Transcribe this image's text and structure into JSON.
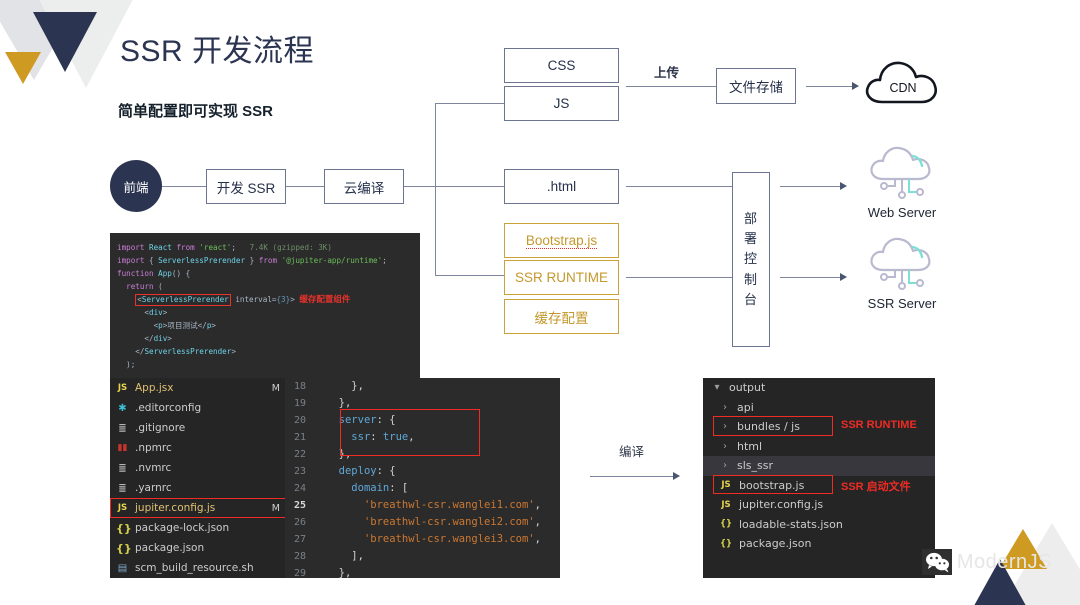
{
  "header": {
    "title": "SSR 开发流程",
    "subtitle": "简单配置即可实现 SSR"
  },
  "flow": {
    "start_node": "前端",
    "steps": [
      {
        "label": "开发 SSR"
      },
      {
        "label": "云编译"
      }
    ],
    "artifacts_blue": [
      {
        "label": "CSS"
      },
      {
        "label": "JS"
      },
      {
        "label": ".html"
      }
    ],
    "artifacts_gold": [
      {
        "label": "Bootstrap.js"
      },
      {
        "label": "SSR RUNTIME"
      },
      {
        "label": "缓存配置"
      }
    ],
    "edge_labels": {
      "upload": "上传",
      "compile": "编译"
    },
    "file_storage": "文件存储",
    "cdn": "CDN",
    "console_box": "部署控制台",
    "servers": [
      {
        "label": "Web Server",
        "icon": "cloud-server-icon"
      },
      {
        "label": "SSR Server",
        "icon": "cloud-server-icon"
      }
    ]
  },
  "code_editor": {
    "top_snippet": {
      "lines": [
        "import React from 'react';   7.4K (gzipped: 3K)",
        "import { ServerlessPrerender } from '@jupiter-app/runtime';",
        "",
        "function App() {",
        "  return (",
        "    <ServerlessPrerender interval={3}>",
        "      <div>",
        "        <p>项目测试</p>",
        "      </div>",
        "    </ServerlessPrerender>",
        "  );"
      ],
      "annotation": "缓存配置组件",
      "highlighted_token": "<ServerlessPrerender"
    },
    "file_tree": [
      {
        "name": "App.jsx",
        "icon": "js-file-icon",
        "status": "M",
        "active": true,
        "highlight": false
      },
      {
        "name": ".editorconfig",
        "icon": "gear-icon",
        "status": "",
        "active": false,
        "highlight": false
      },
      {
        "name": ".gitignore",
        "icon": "lines-file-icon",
        "status": "",
        "active": false,
        "highlight": false
      },
      {
        "name": ".npmrc",
        "icon": "npm-icon",
        "status": "",
        "active": false,
        "highlight": false
      },
      {
        "name": ".nvmrc",
        "icon": "lines-file-icon",
        "status": "",
        "active": false,
        "highlight": false
      },
      {
        "name": ".yarnrc",
        "icon": "lines-file-icon",
        "status": "",
        "active": false,
        "highlight": false
      },
      {
        "name": "jupiter.config.js",
        "icon": "js-file-icon",
        "status": "M",
        "active": true,
        "highlight": true
      },
      {
        "name": "package-lock.json",
        "icon": "json-file-icon",
        "status": "",
        "active": false,
        "highlight": false
      },
      {
        "name": "package.json",
        "icon": "json-file-icon",
        "status": "",
        "active": false,
        "highlight": false
      },
      {
        "name": "scm_build_resource.sh",
        "icon": "sh-file-icon",
        "status": "",
        "active": false,
        "highlight": false
      }
    ],
    "config_lines": [
      {
        "num": "18",
        "code": "    },",
        "marked": false,
        "current": false
      },
      {
        "num": "19",
        "code": "  },",
        "marked": false,
        "current": false
      },
      {
        "num": "20",
        "code": "  server: {",
        "marked": true,
        "current": false
      },
      {
        "num": "21",
        "code": "    ssr: true,",
        "marked": true,
        "current": false
      },
      {
        "num": "22",
        "code": "  },",
        "marked": true,
        "current": false
      },
      {
        "num": "23",
        "code": "  deploy: {",
        "marked": false,
        "current": false
      },
      {
        "num": "24",
        "code": "    domain: [",
        "marked": false,
        "current": false
      },
      {
        "num": "25",
        "code": "      'breathwl-csr.wanglei1.com',",
        "marked": false,
        "current": true
      },
      {
        "num": "26",
        "code": "      'breathwl-csr.wanglei2.com',",
        "marked": false,
        "current": false
      },
      {
        "num": "27",
        "code": "      'breathwl-csr.wanglei3.com',",
        "marked": false,
        "current": false
      },
      {
        "num": "28",
        "code": "    ],",
        "marked": false,
        "current": false
      },
      {
        "num": "29",
        "code": "  },",
        "marked": false,
        "current": false
      }
    ]
  },
  "output_tree": {
    "root": {
      "name": "output",
      "chevron": "▾"
    },
    "items": [
      {
        "name": "api",
        "chevron": "›",
        "icon": "",
        "annot": "",
        "highlight": false,
        "selected": false
      },
      {
        "name": "bundles / js",
        "chevron": "›",
        "icon": "",
        "annot": "SSR RUNTIME",
        "highlight": true,
        "selected": false
      },
      {
        "name": "html",
        "chevron": "›",
        "icon": "",
        "annot": "",
        "highlight": false,
        "selected": false
      },
      {
        "name": "sls_ssr",
        "chevron": "›",
        "icon": "",
        "annot": "",
        "highlight": false,
        "selected": true
      },
      {
        "name": "bootstrap.js",
        "chevron": "",
        "icon": "js-file-icon",
        "annot": "SSR 启动文件",
        "highlight": true,
        "selected": false
      },
      {
        "name": "jupiter.config.js",
        "chevron": "",
        "icon": "js-file-icon",
        "annot": "",
        "highlight": false,
        "selected": false
      },
      {
        "name": "loadable-stats.json",
        "chevron": "",
        "icon": "json-file-icon",
        "annot": "",
        "highlight": false,
        "selected": false
      },
      {
        "name": "package.json",
        "chevron": "",
        "icon": "json-file-icon",
        "annot": "",
        "highlight": false,
        "selected": false
      }
    ]
  },
  "watermark": {
    "text": "ModernJS",
    "icon": "wechat-icon"
  },
  "colors": {
    "navy": "#2b3450",
    "gold": "#c9a33a",
    "red": "#ef2b24",
    "line": "#7d869c"
  }
}
